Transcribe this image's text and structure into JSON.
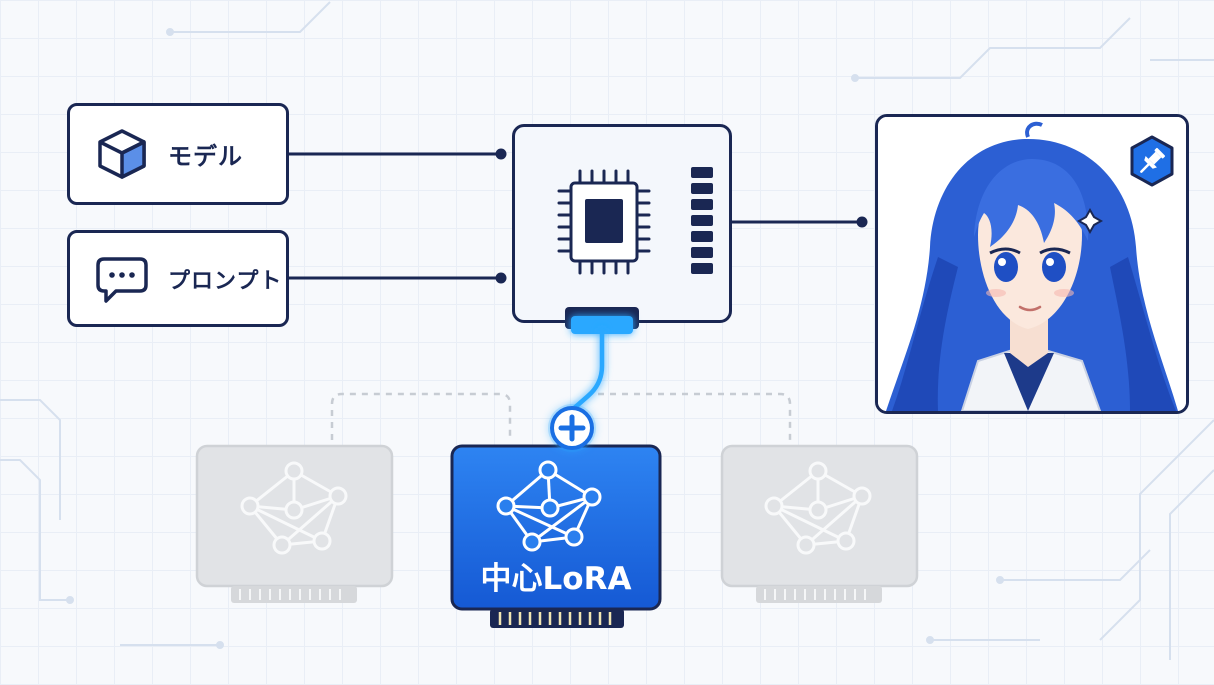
{
  "inputs": {
    "model_label": "モデル",
    "prompt_label": "プロンプト"
  },
  "lora": {
    "center_label": "中心LoRA"
  },
  "colors": {
    "navy": "#1a2753",
    "accent_blue": "#1f6fe5",
    "glow": "#29c7ff",
    "inactive_gray": "#e1e3e6"
  },
  "icons": [
    "cube-icon",
    "chat-bubble-icon",
    "cpu-chip-icon",
    "network-graph-icon",
    "plus-icon",
    "pin-icon"
  ]
}
